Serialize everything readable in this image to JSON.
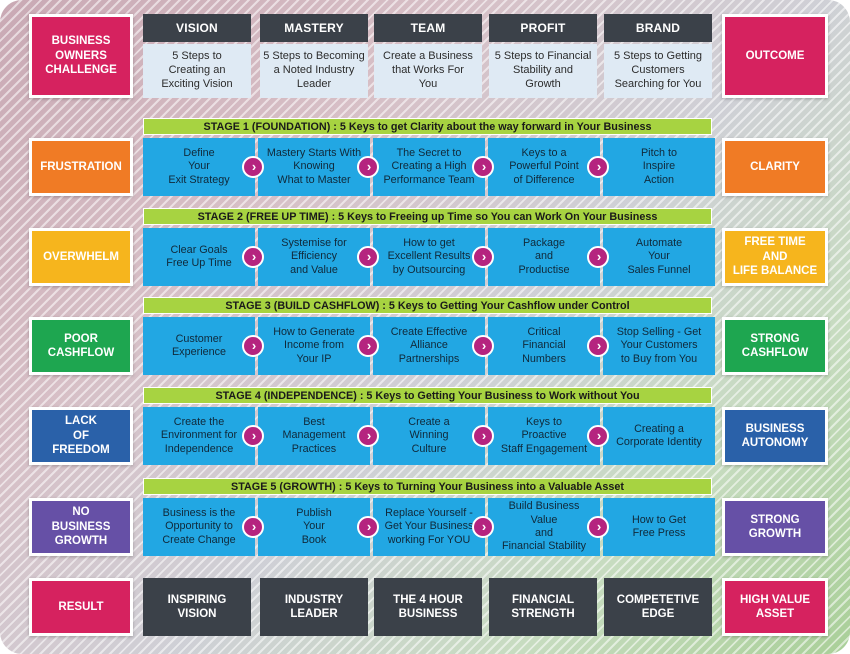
{
  "colors": {
    "pink": "#d6225f",
    "orange": "#f07b25",
    "yellow": "#f6b51d",
    "green": "#1ea650",
    "navy": "#2a61a9",
    "purple": "#6650a6",
    "dark": "#3b4149",
    "cell": "#22a7e3",
    "stage": "#a7d341",
    "arrow": "#b5247f"
  },
  "header": {
    "left": "BUSINESS\nOWNERS\nCHALLENGE",
    "right": "OUTCOME",
    "columns": [
      {
        "title": "VISION",
        "desc": "5 Steps to\nCreating an\nExciting Vision"
      },
      {
        "title": "MASTERY",
        "desc": "5 Steps to Becoming\na Noted Industry\nLeader"
      },
      {
        "title": "TEAM",
        "desc": "Create a Business\nthat Works For\nYou"
      },
      {
        "title": "PROFIT",
        "desc": "5 Steps to Financial\nStability and\nGrowth"
      },
      {
        "title": "BRAND",
        "desc": "5 Steps to Getting\nCustomers\nSearching for You"
      }
    ]
  },
  "stages": [
    {
      "title": "STAGE 1 (FOUNDATION) : 5 Keys to get Clarity about the way forward in Your Business",
      "left": "FRUSTRATION",
      "right": "CLARITY",
      "left_color": "#f07b25",
      "right_color": "#f07b25",
      "cells": [
        "Define\nYour\nExit Strategy",
        "Mastery Starts With\nKnowing\nWhat to Master",
        "The Secret to\nCreating a High\nPerformance Team",
        "Keys to a\nPowerful Point\nof Difference",
        "Pitch to\nInspire\nAction"
      ]
    },
    {
      "title": "STAGE 2 (FREE UP TIME) : 5 Keys to Freeing up Time so You can Work On Your Business",
      "left": "OVERWHELM",
      "right": "FREE TIME\nAND\nLIFE BALANCE",
      "left_color": "#f6b51d",
      "right_color": "#f6b51d",
      "cells": [
        "Clear Goals\nFree Up Time",
        "Systemise for\nEfficiency\nand Value",
        "How to get\nExcellent Results\nby Outsourcing",
        "Package\nand\nProductise",
        "Automate\nYour\nSales Funnel"
      ]
    },
    {
      "title": "STAGE 3 (BUILD CASHFLOW) : 5 Keys to Getting Your Cashflow under Control",
      "left": "POOR\nCASHFLOW",
      "right": "STRONG\nCASHFLOW",
      "left_color": "#1ea650",
      "right_color": "#1ea650",
      "cells": [
        "Customer\nExperience",
        "How to Generate\nIncome from\nYour IP",
        "Create Effective\nAlliance\nPartnerships",
        "Critical\nFinancial\nNumbers",
        "Stop Selling - Get\nYour Customers\nto Buy from You"
      ]
    },
    {
      "title": "STAGE 4 (INDEPENDENCE) : 5 Keys to Getting Your Business to Work without You",
      "left": "LACK\nOF\nFREEDOM",
      "right": "BUSINESS\nAUTONOMY",
      "left_color": "#2a61a9",
      "right_color": "#2a61a9",
      "cells": [
        "Create the\nEnvironment for\nIndependence",
        "Best\nManagement\nPractices",
        "Create a\nWinning\nCulture",
        "Keys to\nProactive\nStaff Engagement",
        "Creating a\nCorporate Identity"
      ]
    },
    {
      "title": "STAGE 5 (GROWTH) : 5 Keys to Turning Your Business into a Valuable Asset",
      "left": "NO\nBUSINESS\nGROWTH",
      "right": "STRONG\nGROWTH",
      "left_color": "#6650a6",
      "right_color": "#6650a6",
      "cells": [
        "Business is the\nOpportunity to\nCreate Change",
        "Publish\nYour\nBook",
        "Replace Yourself -\nGet Your Business\nworking For YOU",
        "Build Business Value\nand\nFinancial Stability",
        "How to Get\nFree Press"
      ]
    }
  ],
  "result": {
    "left": "RESULT",
    "right": "HIGH VALUE\nASSET",
    "cells": [
      "INSPIRING\nVISION",
      "INDUSTRY\nLEADER",
      "THE 4 HOUR\nBUSINESS",
      "FINANCIAL\nSTRENGTH",
      "COMPETETIVE\nEDGE"
    ]
  }
}
